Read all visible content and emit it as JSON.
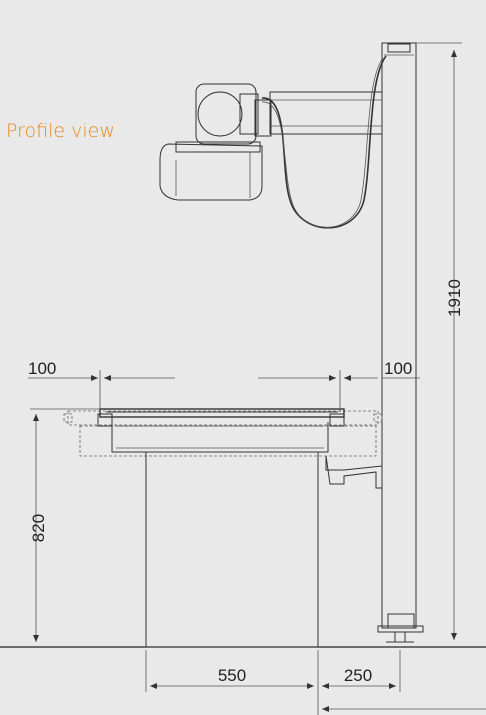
{
  "view_title": "Profile view",
  "colors": {
    "background": "#e9e9e9",
    "accent": "#e8891c",
    "line": "#333333"
  },
  "dimensions": {
    "column_height": "1910",
    "table_height": "820",
    "left_overhang": "100",
    "right_overhang": "100",
    "base_width": "550",
    "base_to_column": "250"
  }
}
